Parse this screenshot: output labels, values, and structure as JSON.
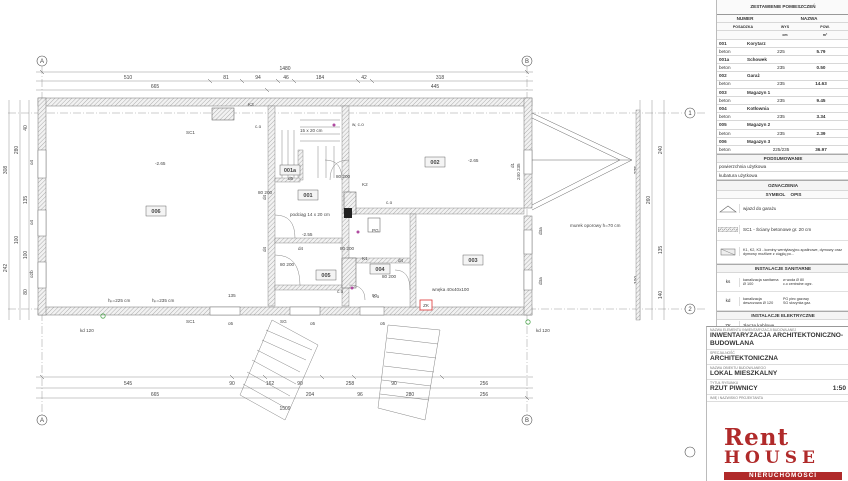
{
  "axes": {
    "a": "A",
    "b": "B",
    "r1": "1",
    "r2": "2"
  },
  "dims_top": {
    "total": "1480",
    "row1": [
      "510",
      "81",
      "94",
      "46",
      "184",
      "42",
      "318"
    ],
    "row2": [
      "665",
      "445"
    ]
  },
  "dims_bottom": {
    "row1": [
      "545",
      "90",
      "162",
      "90",
      "258",
      "90",
      "256"
    ],
    "row2": [
      "665",
      "204",
      "96",
      "280",
      "256"
    ],
    "total": "1509"
  },
  "dims_left": [
    "308",
    "242",
    "280",
    "100",
    "40",
    "135",
    "100",
    "80"
  ],
  "dims_right": [
    "275",
    "100",
    "260",
    "240",
    "135",
    "140"
  ],
  "rooms": {
    "r006": "006",
    "r001": "001",
    "r001a": "001a",
    "r002": "002",
    "r003": "003",
    "r004": "004",
    "r005": "005"
  },
  "plan_labels": {
    "k3": "K3",
    "k2": "K2",
    "k1": "K1",
    "sc1_top": "SC1",
    "sc1_bottom": "SC1",
    "sg": "SG",
    "pg": "PG",
    "zk": "ZK",
    "lvl_006": "-2.65",
    "lvl_002": "-2.65",
    "lvl_001": "-2.55",
    "h_left": "hₚ=225 cm",
    "h_right": "hₚ=235 cm",
    "kd_left": "kd 120",
    "kd_right": "kd 120",
    "beam": "podciąg 14 x 20 cm",
    "stair_beam": "15 x 20 cm",
    "bulkhead": "wnęka 40x40x100",
    "wall_note": "murek oporowy h=70 cm",
    "co1": "c.o",
    "co2": "c.o",
    "co3": "c.o",
    "co4": "c.o",
    "w_co": "w, c.o",
    "o4a": "o4",
    "o4b": "o4",
    "o2b": "o2b",
    "o5a": "o5",
    "o5b": "o5",
    "o5c": "o5",
    "d1": "d1",
    "d4a": "d4",
    "d4b": "d4",
    "d4c": "d4",
    "d4d": "d4",
    "d3a": "d3a",
    "d3b": "d3a",
    "d5": "d5",
    "door_80_200_a": "80 200",
    "door_80_200_b": "80 200",
    "door_80_200_c": "80 200",
    "door_80_200_d": "80 200",
    "door_80_200_e": "80 200",
    "win_135": "135",
    "win_90": "90",
    "w240_235": "240 235"
  },
  "panel": {
    "title": "ZESTAWIENIE POMIESZCZEŃ",
    "col_numer": "NUMER",
    "col_nazwa": "NAZWA",
    "col_posadzka": "POSADZKA",
    "col_wys": "WYS",
    "col_pow": "POW.",
    "unit_cm": "cm",
    "unit_m2": "m²",
    "rooms": [
      {
        "no": "001",
        "name": "Korytarz",
        "floor": "beton",
        "h": "225",
        "area": "5.79"
      },
      {
        "no": "001a",
        "name": "Schowek",
        "floor": "beton",
        "h": "235",
        "area": "0.50"
      },
      {
        "no": "002",
        "name": "Garaż",
        "floor": "beton",
        "h": "235",
        "area": "14.63"
      },
      {
        "no": "003",
        "name": "Magazyn 1",
        "floor": "beton",
        "h": "235",
        "area": "9.45"
      },
      {
        "no": "004",
        "name": "Kotłownia",
        "floor": "beton",
        "h": "235",
        "area": "3.34"
      },
      {
        "no": "005",
        "name": "Magazyn 2",
        "floor": "beton",
        "h": "235",
        "area": "2.39"
      },
      {
        "no": "006",
        "name": "Magazyn 3",
        "floor": "beton",
        "h": "225/235",
        "area": "36.97"
      }
    ],
    "summary_title": "PODSUMOWANIE",
    "summary_rows": [
      "powierzchnia użytkowa",
      "kubatura użytkowa"
    ],
    "legend_title": "OZNACZENIA",
    "col_symbol": "SYMBOL",
    "col_opis": "OPIS",
    "legend_rows": [
      {
        "icon": "ramp-triangle-icon",
        "text": "wjazd do garażu"
      },
      {
        "icon": "wall-hatch-icon",
        "text": "SC1 - Ściany betonowe gr. 20 cm"
      },
      {
        "icon": "chimney-icon",
        "text": "K1, K2, K3 - kominy wentylacyjno-spalinowe, dymowy oraz dymowy możliwe z ciągłą po..."
      }
    ],
    "sanitary_title": "INSTALACJE SANITARNE",
    "sanitary_rows": [
      {
        "code": "ks",
        "text": "kanalizacja sanitarna Ø 100",
        "s1": "w  woda Ø 80",
        "s2": "c.o  centralne ogrz."
      },
      {
        "code": "kd",
        "text": "kanalizacja deszczowa Ø 120",
        "s1": "PG  piec gazowy",
        "s2": "SG  skrzynka gaz."
      }
    ],
    "electric_title": "INSTALACJE ELEKTRYCZNE",
    "electric_rows": [
      {
        "code": "ZK",
        "text": "złącze kablowe"
      }
    ]
  },
  "title_block": {
    "lbl_element": "NAZWA ELEMENTU INWENTARYZACJI BUDOWLANEJ",
    "element": "INWENTARYZACJA ARCHITEKTONICZNO-BUDOWLANA",
    "lbl_spec": "SPECJALNOŚĆ",
    "spec": "ARCHITEKTONICZNA",
    "lbl_object": "NAZWA OBIEKTU BUDOWLANEGO",
    "object": "LOKAL MIESZKALNY",
    "lbl_title": "TYTUŁ RYSUNKU",
    "title": "RZUT PIWNICY",
    "scale": "1:50",
    "lbl_designer": "IMIĘ I NAZWISKO PROJEKTANTA"
  },
  "logo": {
    "main": "Rent",
    "sub": "HOUSE",
    "tag": "NIERUCHOMOŚCI"
  },
  "colors": {
    "logo": "#b02a2a",
    "wall": "#777777",
    "hatch": "#9a9a9a",
    "line": "#444444",
    "accent": "#b04aa0",
    "water": "#d77"
  }
}
